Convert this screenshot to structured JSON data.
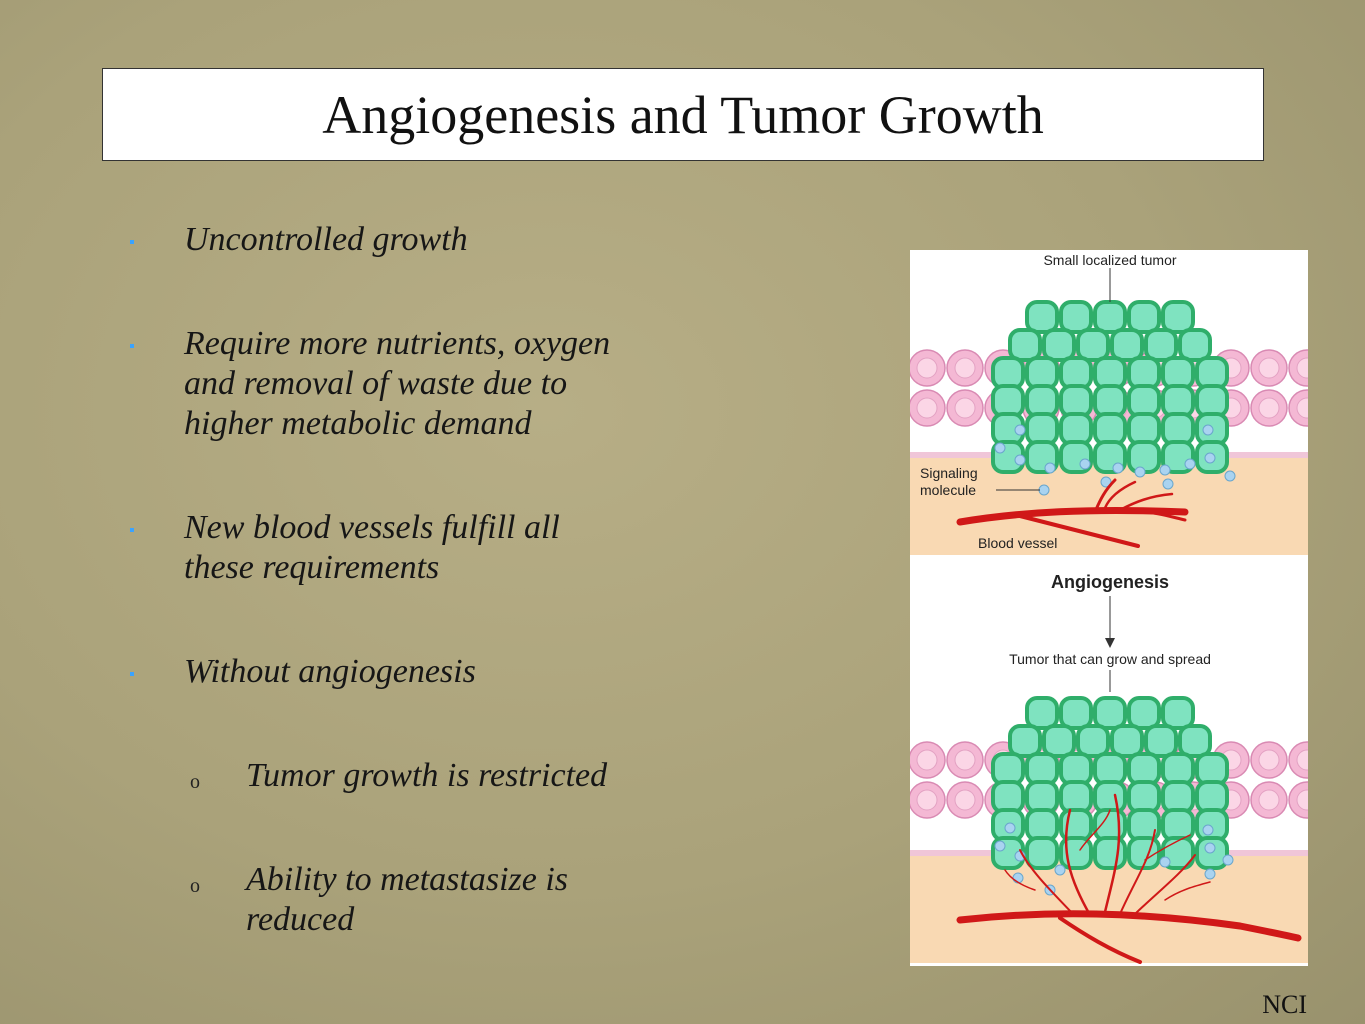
{
  "slide": {
    "title": "Angiogenesis and Tumor Growth",
    "bullets": [
      {
        "text": "Uncontrolled growth",
        "level": 1
      },
      {
        "text": "Require more nutrients, oxygen and removal of waste due to higher metabolic demand",
        "level": 1
      },
      {
        "text": "New blood vessels fulfill all these requirements",
        "level": 1
      },
      {
        "text": "Without angiogenesis",
        "level": 1
      },
      {
        "text": "Tumor growth is restricted",
        "level": 2
      },
      {
        "text": "Ability to metastasize is reduced",
        "level": 2
      }
    ],
    "figure": {
      "label_top": "Small localized tumor",
      "label_signal": "Signaling\nmolecule",
      "label_signal_1": "Signaling",
      "label_signal_2": "molecule",
      "label_vessel": "Blood vessel",
      "label_process": "Angiogenesis",
      "label_bottom": "Tumor that can grow and spread"
    },
    "credit": "NCI",
    "colors": {
      "bullet_marker": "#3aa3ff",
      "tumor_cell": "#7fe3c0",
      "tumor_outline": "#2fae6a",
      "normal_cell": "#f4b8d4",
      "tissue": "#f9d9b3",
      "vessel": "#d01818"
    }
  }
}
